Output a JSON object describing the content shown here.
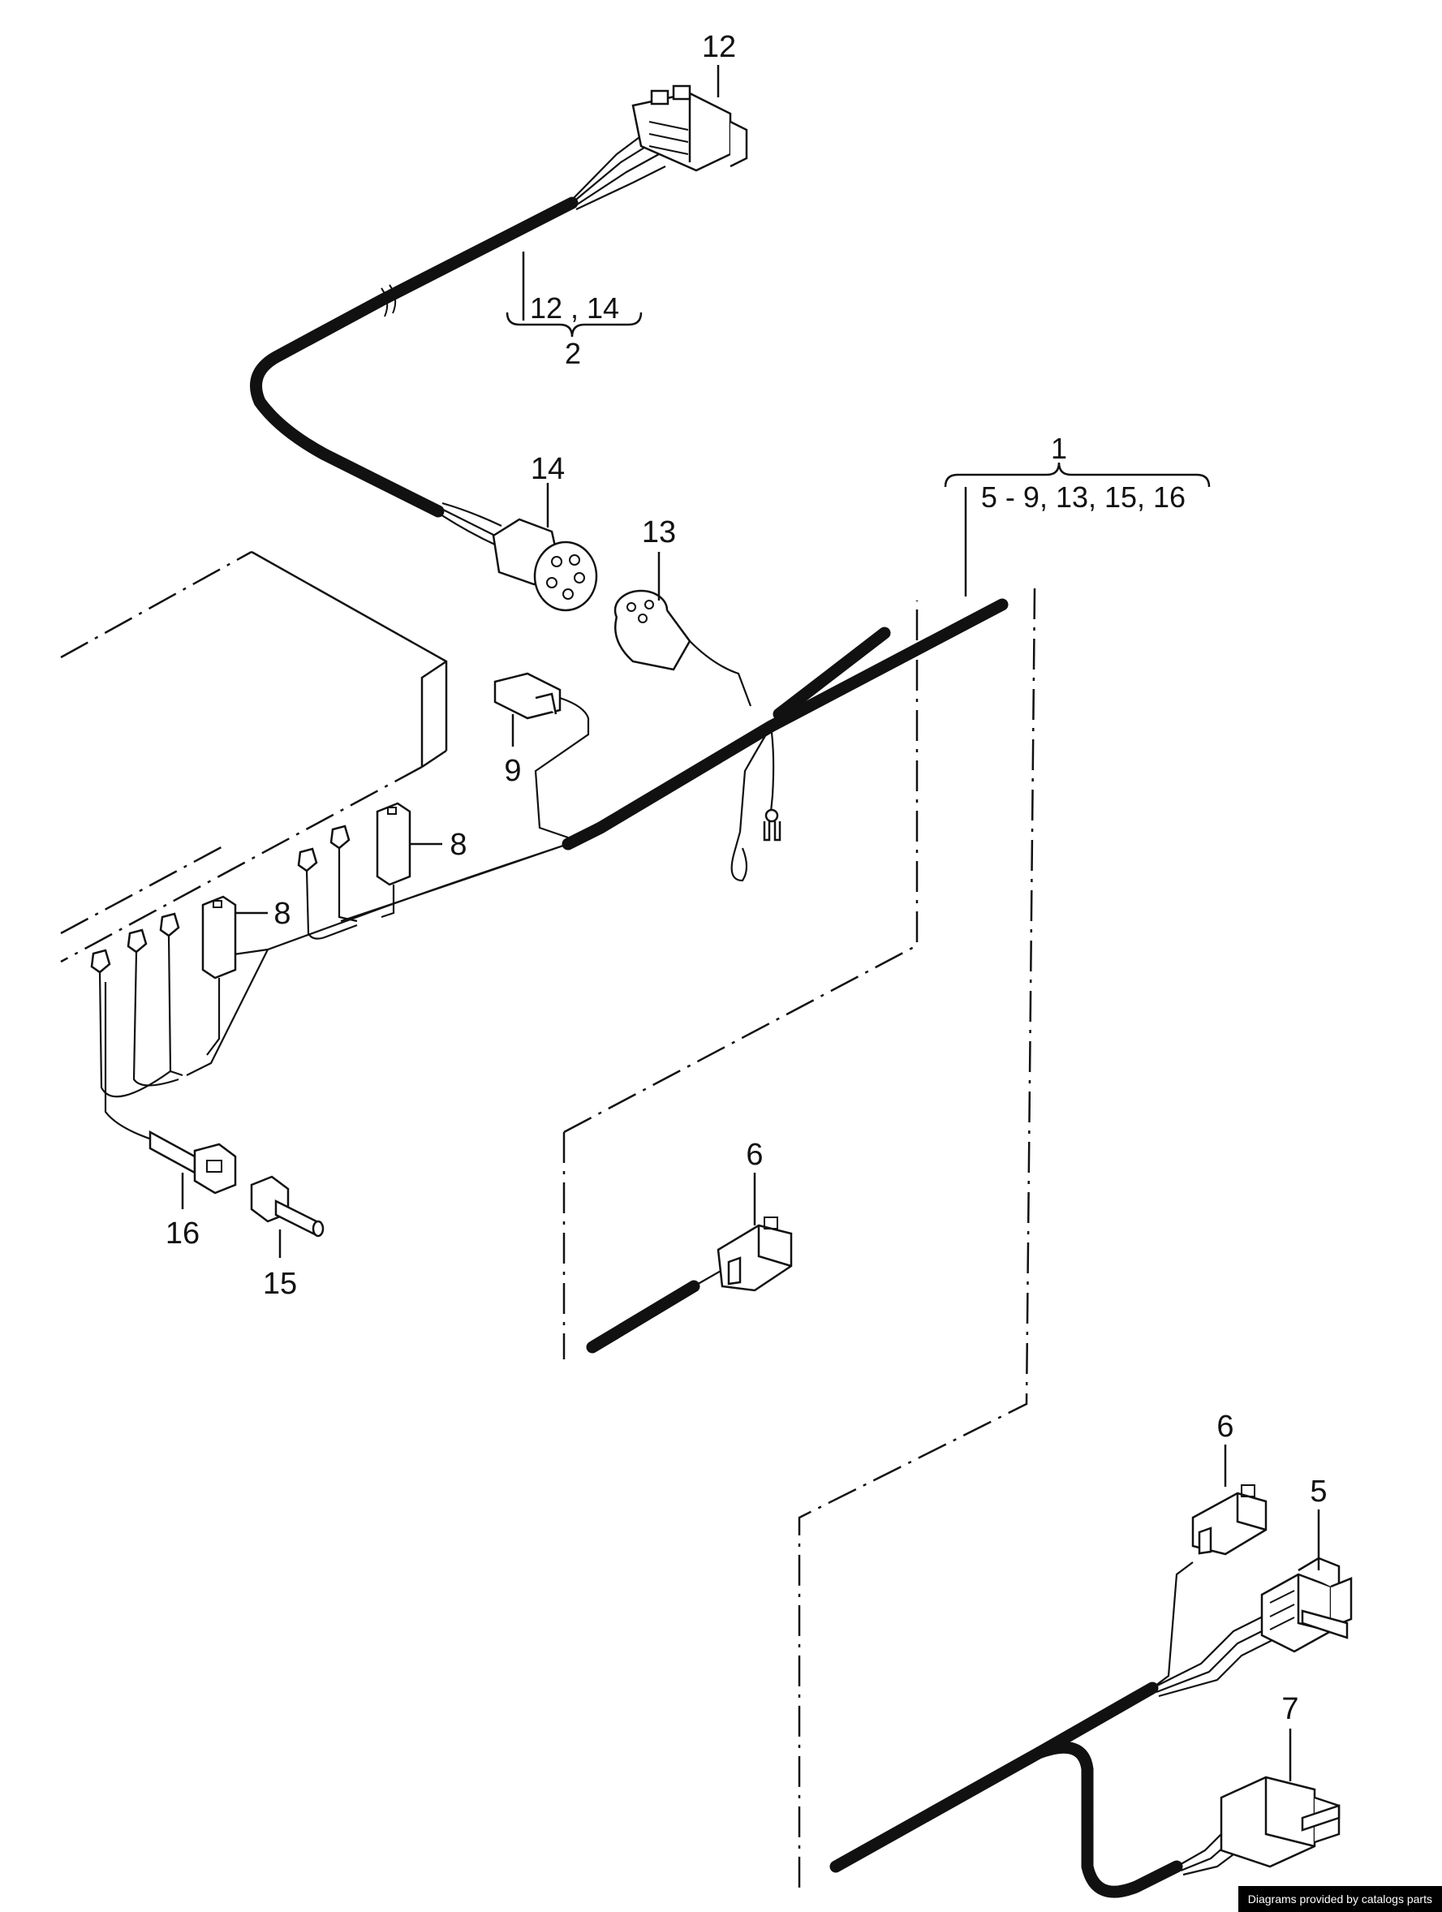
{
  "callouts": {
    "c12": "12",
    "c14": "14",
    "c13": "13",
    "c9": "9",
    "c8a": "8",
    "c8b": "8",
    "c16": "16",
    "c15": "15",
    "c6a": "6",
    "c6b": "6",
    "c5": "5",
    "c7": "7"
  },
  "groups": {
    "harness_2": {
      "number": "2",
      "contents": "12 , 14"
    },
    "harness_1": {
      "number": "1",
      "contents": "5 - 9,  13, 15, 16"
    }
  },
  "footer": {
    "credit": "Diagrams provided by catalogs parts"
  }
}
